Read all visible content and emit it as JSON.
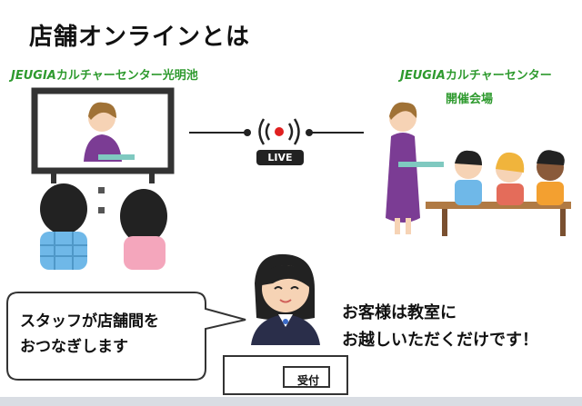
{
  "title": "店舗オンラインとは",
  "left_store": {
    "brand": "JEUGIA",
    "name": "カルチャーセンター光明池"
  },
  "right_store": {
    "brand": "JEUGIA",
    "name": "カルチャーセンター",
    "sub": "開催会場"
  },
  "live_label": "LIVE",
  "bubble": {
    "line1": "スタッフが店舗間を",
    "line2": "おつなぎします"
  },
  "guest_message": {
    "line1": "お客様は教室に",
    "line2": "お越しいただくだけです！"
  },
  "desk_label": "受付",
  "colors": {
    "brand_green": "#2e9a2e",
    "live_red": "#e02020",
    "text": "#111111"
  }
}
